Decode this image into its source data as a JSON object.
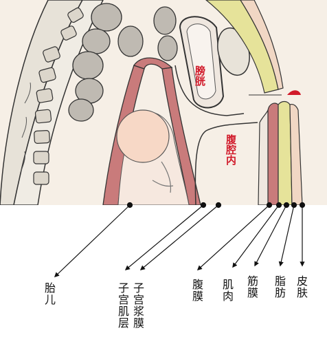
{
  "labels": {
    "fetus": "胎儿",
    "uterine_serosa": "子宫浆膜",
    "uterine_muscle": "子宫肌层",
    "peritoneum": "腹膜",
    "muscle": "肌肉",
    "fascia": "筋膜",
    "fat": "脂肪",
    "skin": "皮肤"
  },
  "inner_labels": {
    "bladder": "膀胱",
    "abdominal_cavity": "腹腔内"
  },
  "colors": {
    "muscle": "#c97b7b",
    "fat": "#e6e39a",
    "skin": "#f1d7c4",
    "outline": "#333333",
    "annotation": "#d11a2a"
  }
}
